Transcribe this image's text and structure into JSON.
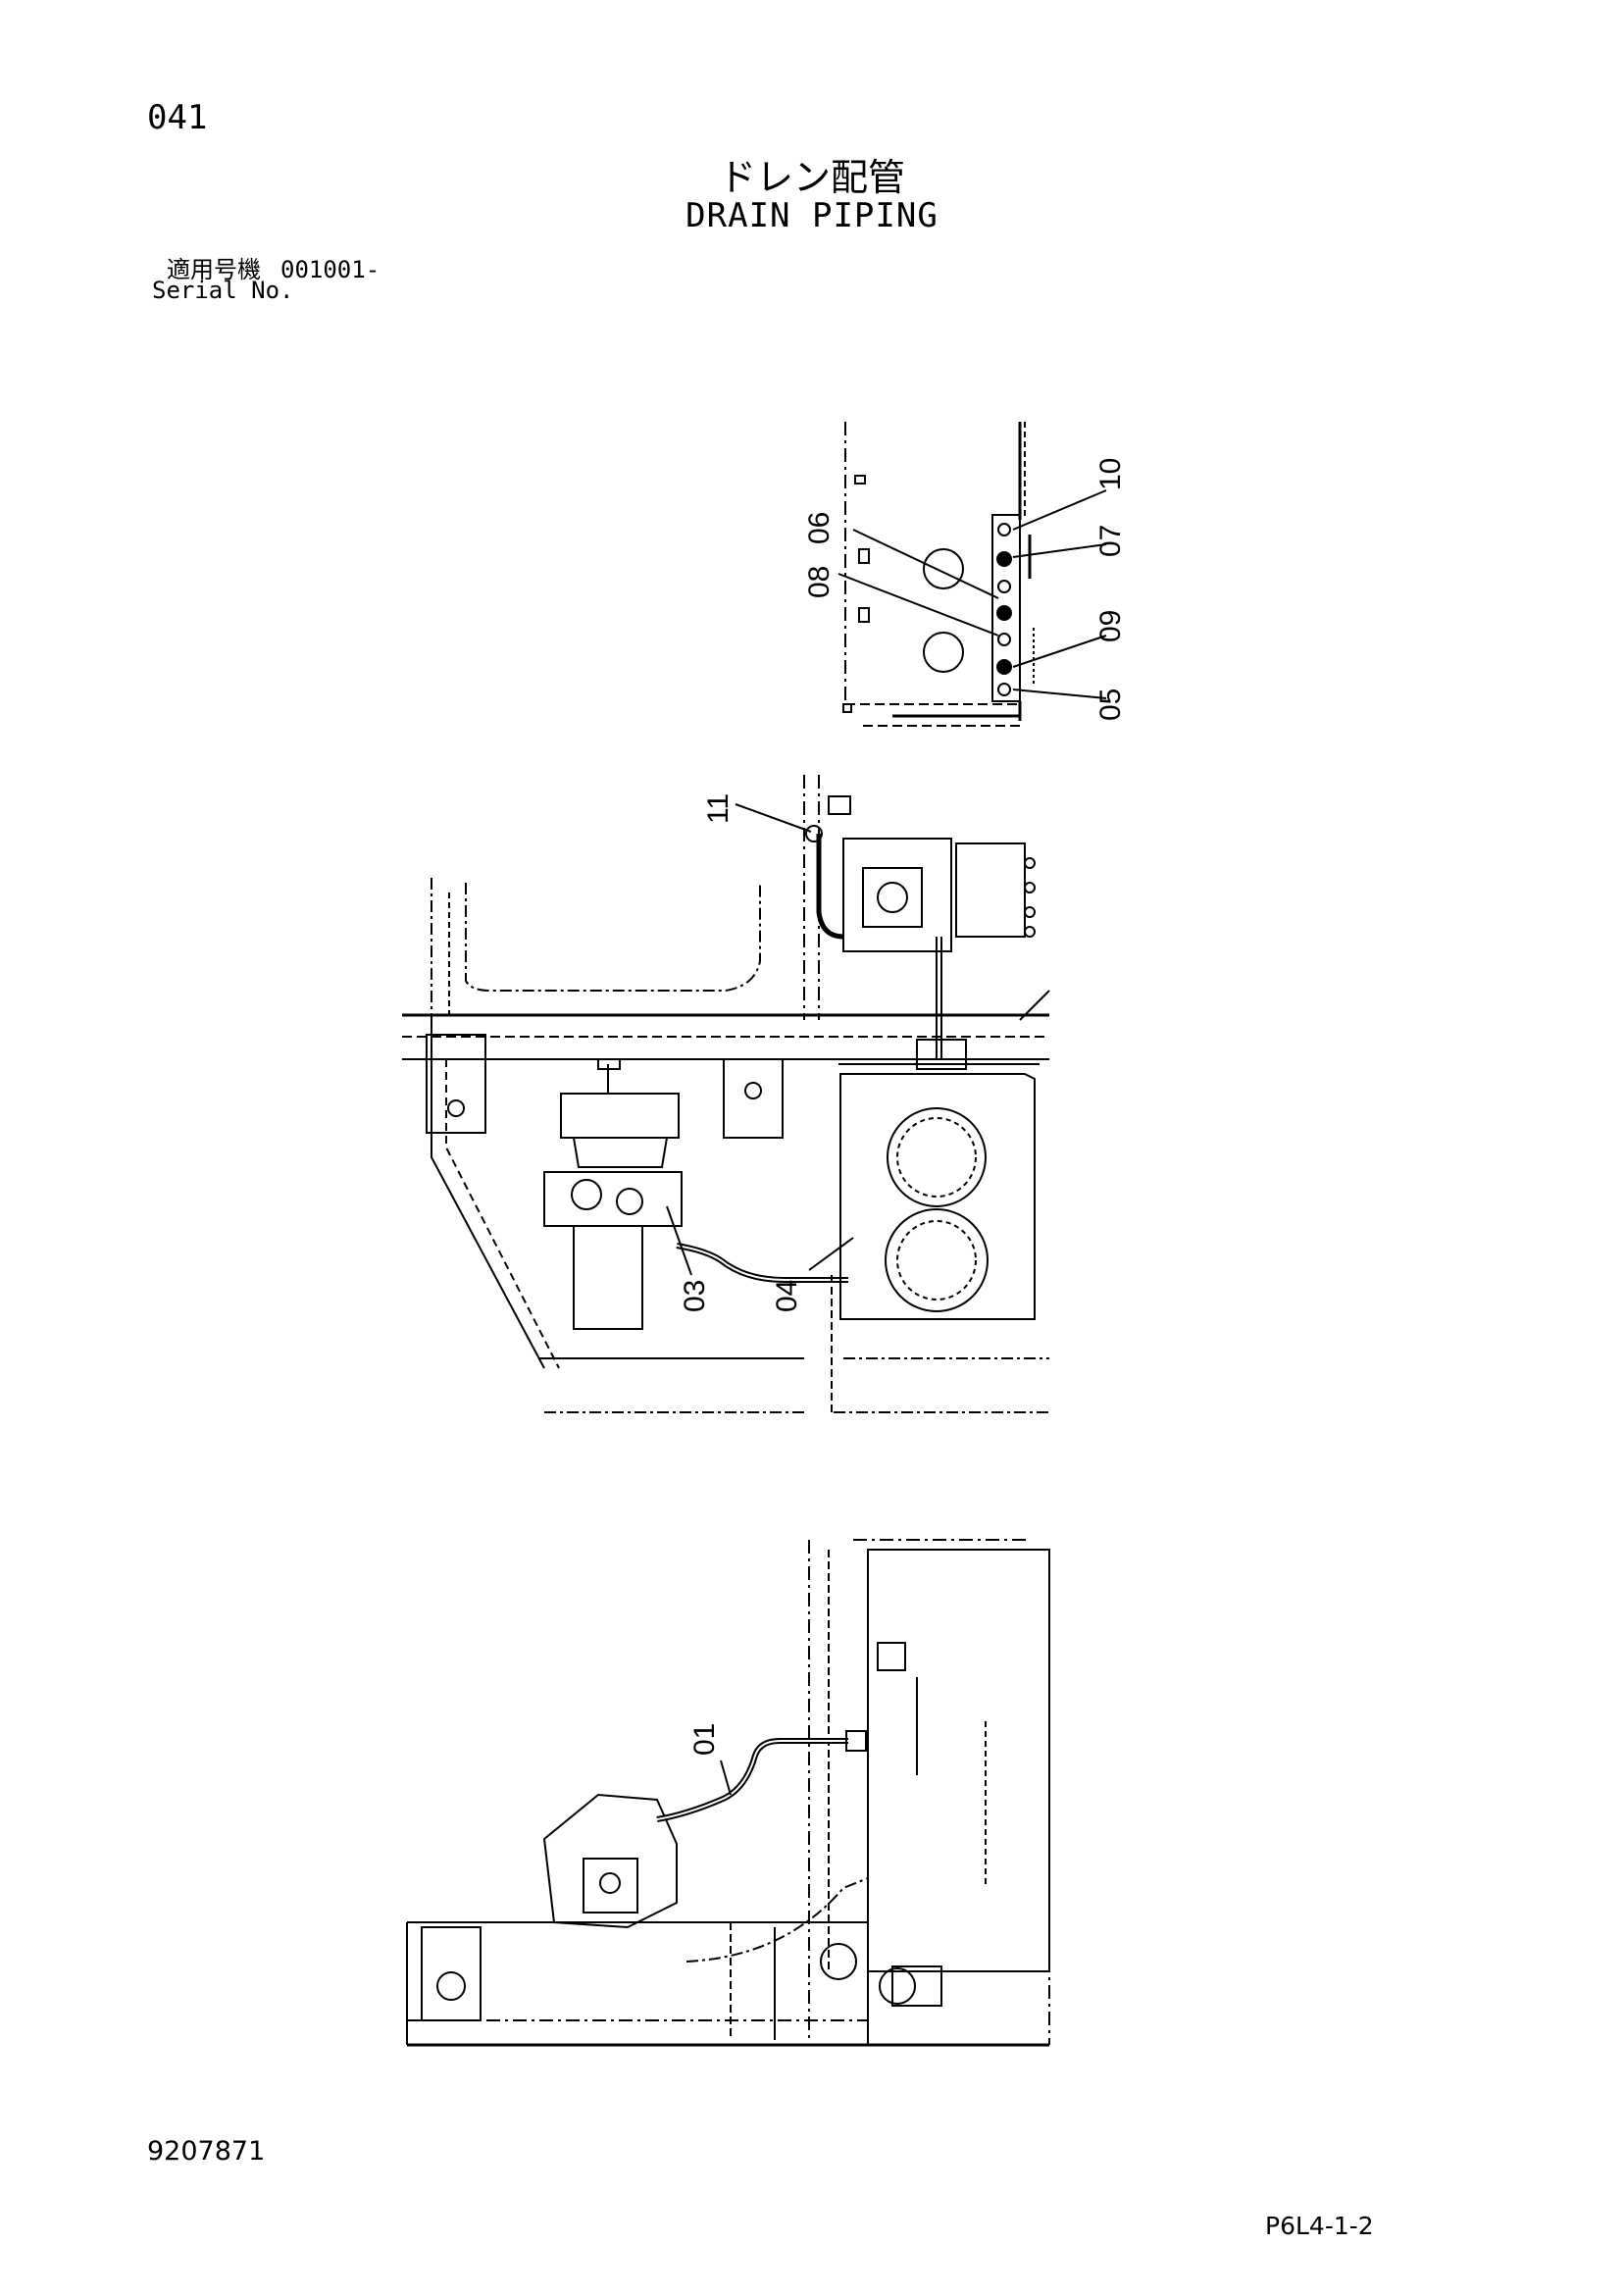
{
  "header": {
    "page_number": "041",
    "title_jp": "ドレン配管",
    "title_en": "DRAIN PIPING",
    "applicable_label": "適用号機",
    "applicable_value": "001001-",
    "serial_label": "Serial No."
  },
  "callouts": {
    "top_view": [
      "10",
      "07",
      "06",
      "08",
      "09",
      "05"
    ],
    "middle_view": [
      "11",
      "03",
      "04"
    ],
    "bottom_view": [
      "01"
    ]
  },
  "footer": {
    "document_number": "9207871",
    "figure_number": "P6L4-1-2"
  },
  "colors": {
    "ink": "#000000",
    "paper": "#ffffff"
  }
}
